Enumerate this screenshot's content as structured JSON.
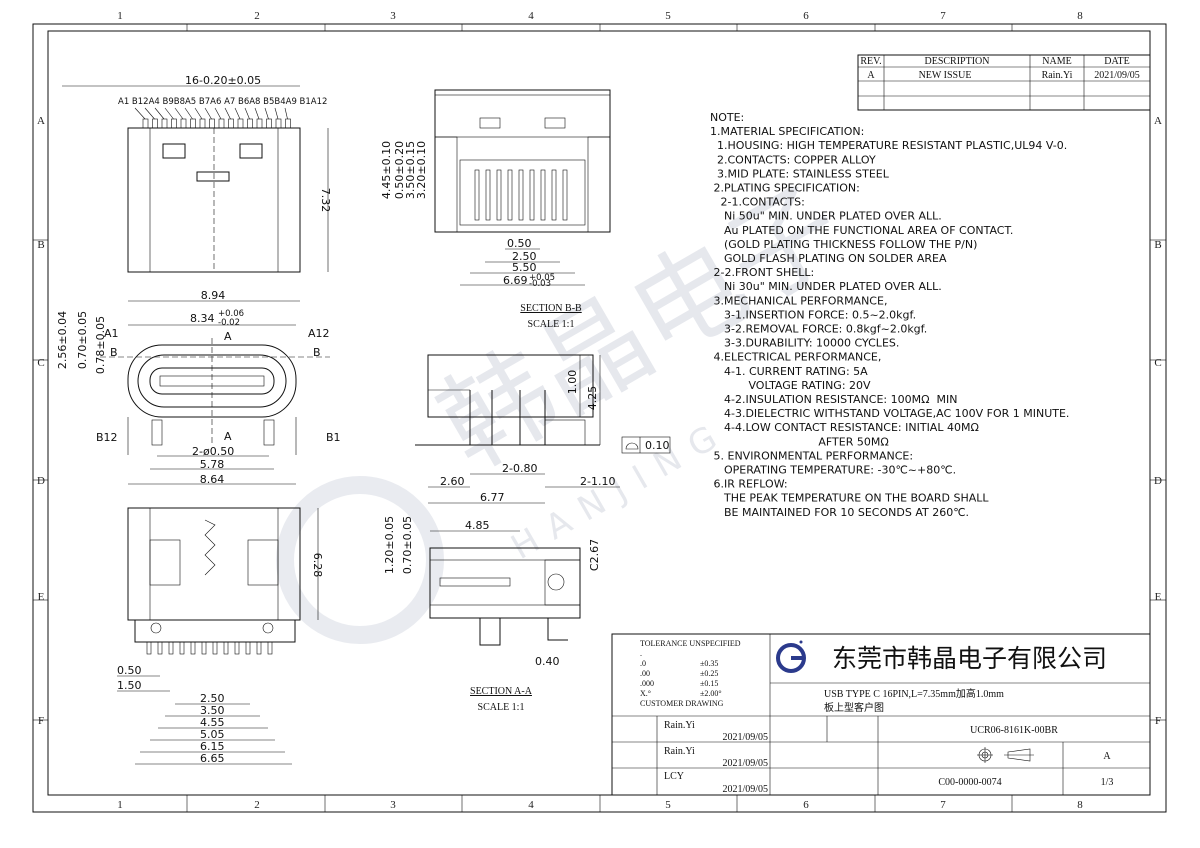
{
  "grid": {
    "columns": [
      "1",
      "2",
      "3",
      "4",
      "5",
      "6",
      "7",
      "8"
    ],
    "rows": [
      "A",
      "B",
      "C",
      "D",
      "E",
      "F"
    ]
  },
  "revision_table": {
    "headers": [
      "REV.",
      "DESCRIPTION",
      "NAME",
      "DATE"
    ],
    "rows": [
      [
        "A",
        "NEW ISSUE",
        "Rain.Yi",
        "2021/09/05"
      ]
    ]
  },
  "notes": [
    "NOTE:",
    "1.MATERIAL SPECIFICATION:",
    "  1.HOUSING: HIGH TEMPERATURE RESISTANT PLASTIC,UL94 V-0.",
    "  2.CONTACTS: COPPER ALLOY",
    "  3.MID PLATE: STAINLESS STEEL",
    " 2.PLATING SPECIFICATION:",
    "   2-1.CONTACTS:",
    "    Ni 50u\" MIN. UNDER PLATED OVER ALL.",
    "    Au PLATED ON THE FUNCTIONAL AREA OF CONTACT.",
    "    (GOLD PLATING THICKNESS FOLLOW THE P/N)",
    "    GOLD FLASH PLATING ON SOLDER AREA",
    " 2-2.FRONT SHELL:",
    "    Ni 30u\" MIN. UNDER PLATED OVER ALL.",
    " 3.MECHANICAL PERFORMANCE,",
    "    3-1.INSERTION FORCE: 0.5~2.0kgf.",
    "    3-2.REMOVAL FORCE: 0.8kgf~2.0kgf.",
    "    3-3.DURABILITY: 10000 CYCLES.",
    " 4.ELECTRICAL PERFORMANCE,",
    "    4-1. CURRENT RATING: 5A",
    "           VOLTAGE RATING: 20V",
    "    4-2.INSULATION RESISTANCE: 100MΩ  MIN",
    "    4-3.DIELECTRIC WITHSTAND VOLTAGE,AC 100V FOR 1 MINUTE.",
    "    4-4.LOW CONTACT RESISTANCE: INITIAL 40MΩ",
    "                               AFTER 50MΩ",
    " 5. ENVIRONMENTAL PERFORMANCE:",
    "    OPERATING TEMPERATURE: -30℃~+80℃.",
    " 6.IR REFLOW:",
    "    THE PEAK TEMPERATURE ON THE BOARD SHALL",
    "    BE MAINTAINED FOR 10 SECONDS AT 260℃."
  ],
  "top_view": {
    "pitch_dim": "16-0.20±0.05",
    "pin_labels": "A1 B12A4 B9B8A5 B7A6 A7 B6A8 B5B4A9 B1A12",
    "height_dim": "7.32",
    "width_dim": "8.94"
  },
  "front_view": {
    "width_dim": "8.34",
    "width_tol_upper": "+0.06",
    "width_tol_lower": "-0.02",
    "pin_a1": "A1",
    "pin_a12": "A12",
    "pin_b12": "B12",
    "pin_b1": "B1",
    "section_a": "A",
    "section_b": "B",
    "dim_v1": "2.56±0.04",
    "dim_v2": "0.70±0.05",
    "dim_v3": "0.78±0.05",
    "hole_dim": "2-ø0.50",
    "dim_578": "5.78",
    "dim_864": "8.64"
  },
  "bottom_view": {
    "height_dim": "6.28",
    "dims": [
      "0.50",
      "1.50",
      "2.50",
      "3.50",
      "4.55",
      "5.05",
      "6.15",
      "6.65"
    ]
  },
  "section_bb": {
    "title": "SECTION B-B",
    "scale": "SCALE 1:1",
    "v_dims": [
      "4.45±0.10",
      "0.50±0.20",
      "3.50±0.15",
      "3.20±0.10"
    ],
    "h_dims": [
      "0.50",
      "2.50",
      "5.50"
    ],
    "overall": "6.69",
    "overall_tol_upper": "+0.05",
    "overall_tol_lower": "-0.03"
  },
  "side_view": {
    "dim_100": "1.00",
    "dim_425": "4.25",
    "flatness": "0.10",
    "dim_2_080": "2-0.80",
    "dim_260": "2.60",
    "dim_2_110": "2-1.10",
    "dim_677": "6.77"
  },
  "section_aa": {
    "title": "SECTION A-A",
    "scale": "SCALE 1:1",
    "dim_485": "4.85",
    "dim_120": "1.20±0.05",
    "dim_070": "0.70±0.05",
    "chamfer": "C2.67",
    "dim_040": "0.40"
  },
  "watermark": {
    "cn": "韩晶电子",
    "en": "HANJING"
  },
  "title_block": {
    "tolerance_title": "TOLERANCE UNSPECIFIED",
    "tolerances": [
      [
        ".",
        ""
      ],
      [
        ".0",
        "±0.35"
      ],
      [
        ".00",
        "±0.25"
      ],
      [
        ".000",
        "±0.15"
      ],
      [
        "X.°",
        "±2.00°"
      ]
    ],
    "customer_drawing": "CUSTOMER DRAWING",
    "company": "东莞市韩晶电子有限公司",
    "product_line1": "USB TYPE C 16PIN,L=7.35mm加高1.0mm",
    "product_line2": "板上型客户图",
    "signatures": [
      {
        "name": "Rain.Yi",
        "date": "2021/09/05"
      },
      {
        "name": "Rain.Yi",
        "date": "2021/09/05"
      },
      {
        "name": "LCY",
        "date": "2021/09/05"
      }
    ],
    "part_number": "UCR06-8161K-00BR",
    "revision": "A",
    "drawing_number": "C00-0000-0074",
    "sheet": "1/3"
  }
}
